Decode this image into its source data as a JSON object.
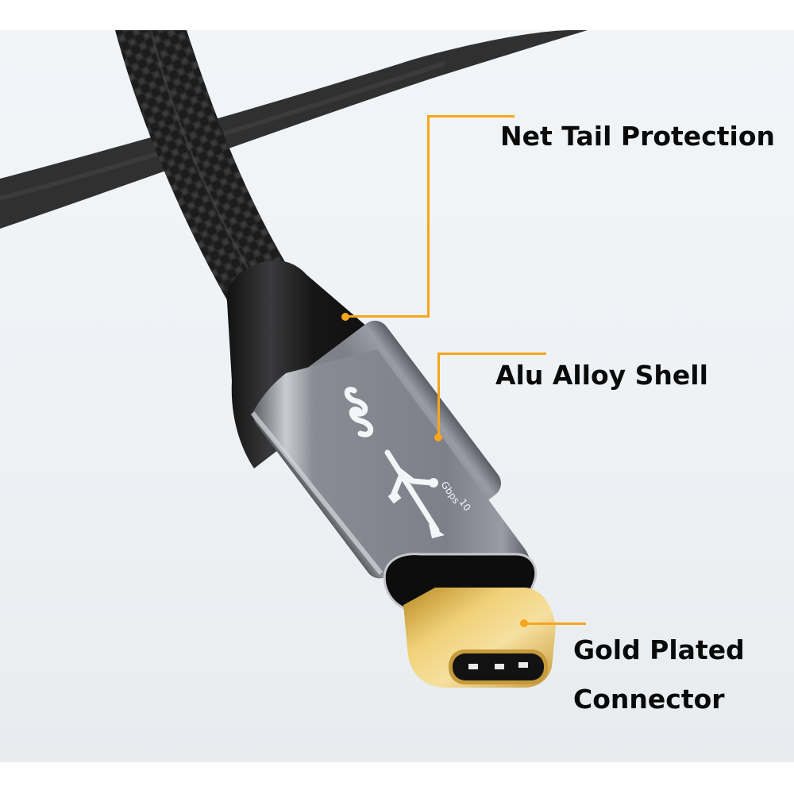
{
  "image": {
    "subject": "USB-C braided cable connector product photo",
    "background_color": "#eef2f5",
    "accent_color": "#f6a51e"
  },
  "connector_marking": {
    "logo": "SS",
    "speed_value": "10",
    "speed_unit": "Gbps",
    "icon": "usb-superspeed-trident-icon"
  },
  "callouts": [
    {
      "id": "net-tail",
      "label": "Net Tail Protection"
    },
    {
      "id": "alu-shell",
      "label": "Alu Alloy Shell"
    },
    {
      "id": "gold-connector",
      "label_line1": "Gold Plated",
      "label_line2": "Connector"
    }
  ]
}
